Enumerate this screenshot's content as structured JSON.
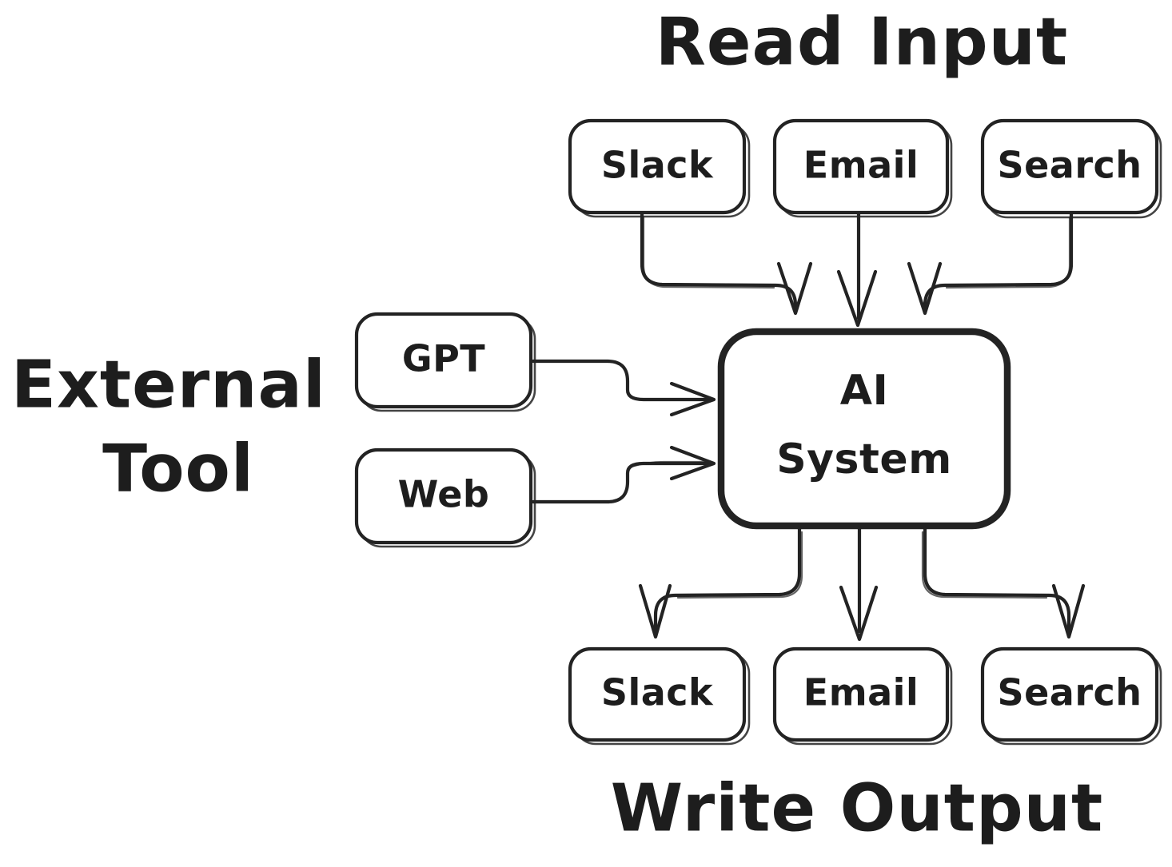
{
  "diagram": {
    "title_read_input": "Read Input",
    "title_write_output": "Write Output",
    "title_external_tool_line1": "External",
    "title_external_tool_line2": "Tool",
    "center": {
      "line1": "AI",
      "line2": "System"
    },
    "inputs": [
      {
        "label": "Slack"
      },
      {
        "label": "Email"
      },
      {
        "label": "Search"
      }
    ],
    "tools": [
      {
        "label": "GPT"
      },
      {
        "label": "Web"
      }
    ],
    "outputs": [
      {
        "label": "Slack"
      },
      {
        "label": "Email"
      },
      {
        "label": "Search"
      }
    ],
    "colors": {
      "stroke": "#232323",
      "text": "#1d1d1d",
      "background": "#ffffff"
    }
  }
}
